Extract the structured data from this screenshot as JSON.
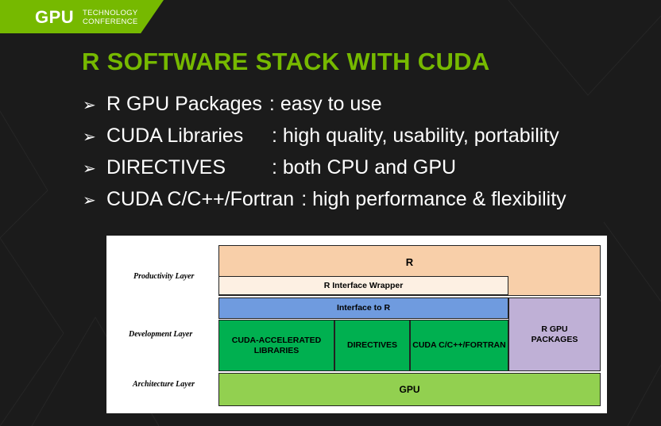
{
  "logo": {
    "brand": "GPU",
    "line1": "TECHNOLOGY",
    "line2": "CONFERENCE"
  },
  "slide": {
    "title": "R SOFTWARE STACK WITH CUDA",
    "bullets": [
      {
        "term": "R GPU Packages",
        "desc": ": easy to use"
      },
      {
        "term": "CUDA Libraries",
        "desc": ": high quality, usability, portability"
      },
      {
        "term": "DIRECTIVES",
        "desc": ": both CPU and GPU"
      },
      {
        "term": "CUDA C/C++/Fortran",
        "desc": ": high performance & flexibility"
      }
    ]
  },
  "diagram": {
    "layers": {
      "productivity": "Productivity Layer",
      "development": "Development Layer",
      "architecture": "Architecture Layer"
    },
    "blocks": {
      "r": "R",
      "wrapper": "R Interface Wrapper",
      "interface": "Interface to R",
      "cuda_libs": "CUDA-ACCELERATED LIBRARIES",
      "directives": "DIRECTIVES",
      "cuda_c": "CUDA C/C++/FORTRAN",
      "r_gpu_packages": "R GPU PACKAGES",
      "gpu": "GPU"
    },
    "colors": {
      "r": "#f8cfa9",
      "wrapper": "#fdf0e3",
      "interface": "#6f9bdf",
      "cuda": "#00b050",
      "r_gpu_packages": "#bfb0d6",
      "gpu": "#92d050"
    }
  },
  "theme": {
    "accent": "#76b900",
    "background": "#1b1b1b"
  }
}
